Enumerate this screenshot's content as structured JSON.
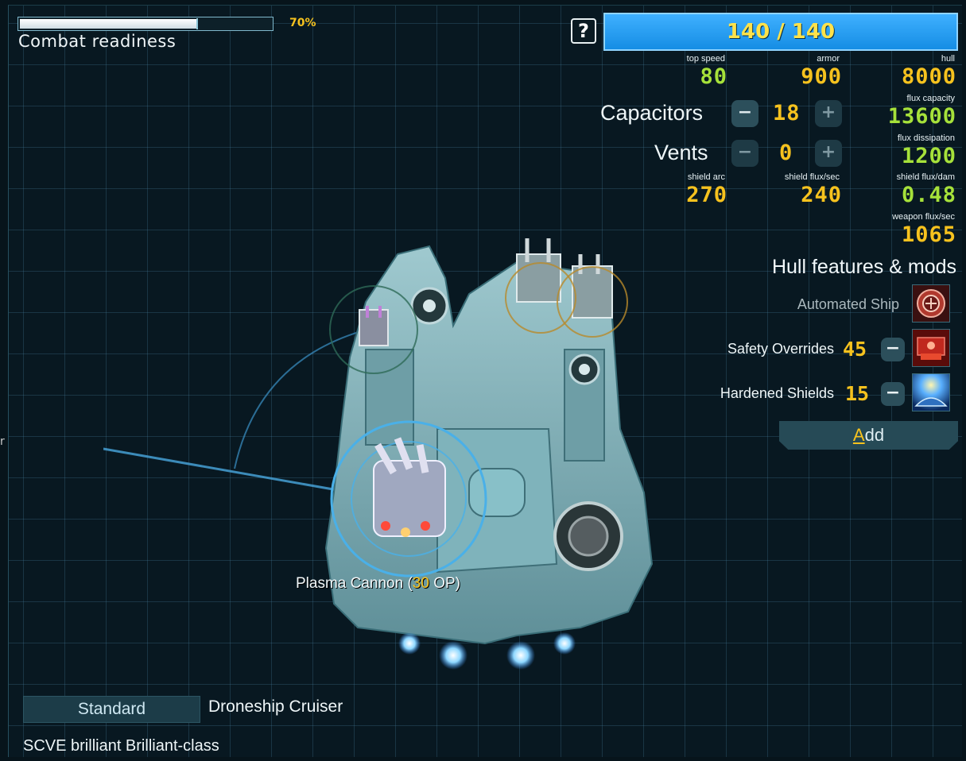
{
  "combat_readiness": {
    "label": "Combat readiness",
    "percent_text": "70%",
    "value": 0.7
  },
  "help_button": {
    "label": "?"
  },
  "hitpoints_bar": {
    "text": "140 / 140"
  },
  "stats": {
    "top_speed": {
      "label": "top speed",
      "value": "80"
    },
    "armor": {
      "label": "armor",
      "value": "900"
    },
    "hull": {
      "label": "hull",
      "value": "8000"
    },
    "flux_capacity": {
      "label": "flux capacity",
      "value": "13600"
    },
    "flux_dissipation": {
      "label": "flux dissipation",
      "value": "1200"
    },
    "shield_arc": {
      "label": "shield arc",
      "value": "270"
    },
    "shield_flux_sec": {
      "label": "shield flux/sec",
      "value": "240"
    },
    "shield_flux_dam": {
      "label": "shield flux/dam",
      "value": "0.48"
    },
    "weapon_flux_sec": {
      "label": "weapon flux/sec",
      "value": "1065"
    }
  },
  "capacitors": {
    "label": "Capacitors",
    "value": "18",
    "minus": "−",
    "plus": "+"
  },
  "vents": {
    "label": "Vents",
    "value": "0",
    "minus": "−",
    "plus": "+"
  },
  "hull_mods": {
    "title": "Hull features & mods",
    "items": [
      {
        "name": "Automated Ship",
        "cost": "",
        "icon": "automated-ship-icon"
      },
      {
        "name": "Safety Overrides",
        "cost": "45",
        "icon": "safety-overrides-icon"
      },
      {
        "name": "Hardened Shields",
        "cost": "15",
        "icon": "hardened-shields-icon"
      }
    ],
    "minus": "−",
    "add_first": "A",
    "add_rest": "dd"
  },
  "weapon_tooltip": {
    "name": "Plasma Cannon (",
    "op_value": "30",
    "op_suffix": " OP)"
  },
  "bottom": {
    "variant_button": "Standard",
    "hull_class": "Droneship Cruiser",
    "ship_name": "SCVE brilliant Brilliant-class"
  },
  "edge_mark": "r",
  "colors": {
    "accent_yellow": "#f6c21e",
    "accent_green": "#a6e13a",
    "hull_bar_blue": "#1e9af0",
    "panel_teal": "#264a56"
  }
}
